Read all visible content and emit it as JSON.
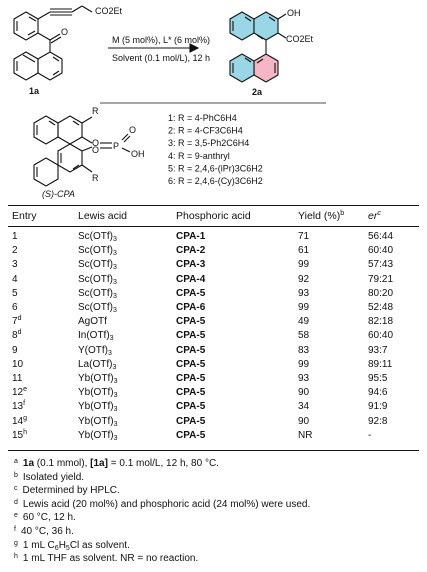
{
  "scheme": {
    "reactant_label": "1a",
    "product_label": "2a",
    "ester_reactant": "CO2Et",
    "ester_product": "CO2Et",
    "ketone_o": "O",
    "hydroxyl": "OH",
    "conditions_top": "M (5 mol%), L* (6 mol%)",
    "conditions_bottom": "Solvent (0.1 mol/L), 12 h",
    "catalyst_name": "(S)-CPA",
    "catalyst_r_top": "R",
    "catalyst_r_bottom": "R",
    "catalyst_p": "P",
    "catalyst_o1": "O",
    "catalyst_o2": "O",
    "catalyst_o3": "O",
    "catalyst_oh": "OH",
    "r_groups": [
      "1: R = 4-PhC6H4",
      "2: R = 4-CF3C6H4",
      "3: R = 3,5-Ph2C6H4",
      "4: R = 9-anthryl",
      "5: R = 2,4,6-(iPr)3C6H2",
      "6: R = 2,4,6-(Cy)3C6H2"
    ]
  },
  "table": {
    "headers": {
      "entry": "Entry",
      "lewis_acid": "Lewis acid",
      "phosphoric_acid": "Phosphoric acid",
      "yield": "Yield (%)b",
      "er": "erc"
    },
    "rows": [
      {
        "entry": "1",
        "la": "Sc(OTf)3",
        "pa": "CPA-1",
        "yield": "71",
        "er": "56:44"
      },
      {
        "entry": "2",
        "la": "Sc(OTf)3",
        "pa": "CPA-2",
        "yield": "61",
        "er": "60:40"
      },
      {
        "entry": "3",
        "la": "Sc(OTf)3",
        "pa": "CPA-3",
        "yield": "99",
        "er": "57:43"
      },
      {
        "entry": "4",
        "la": "Sc(OTf)3",
        "pa": "CPA-4",
        "yield": "92",
        "er": "79:21"
      },
      {
        "entry": "5",
        "la": "Sc(OTf)3",
        "pa": "CPA-5",
        "yield": "93",
        "er": "80:20"
      },
      {
        "entry": "6",
        "la": "Sc(OTf)3",
        "pa": "CPA-6",
        "yield": "99",
        "er": "52:48"
      },
      {
        "entry": "7d",
        "la": "AgOTf",
        "pa": "CPA-5",
        "yield": "49",
        "er": "82:18"
      },
      {
        "entry": "8d",
        "la": "In(OTf)3",
        "pa": "CPA-5",
        "yield": "58",
        "er": "60:40"
      },
      {
        "entry": "9",
        "la": "Y(OTf)3",
        "pa": "CPA-5",
        "yield": "83",
        "er": "93:7"
      },
      {
        "entry": "10",
        "la": "La(OTf)3",
        "pa": "CPA-5",
        "yield": "99",
        "er": "89:11"
      },
      {
        "entry": "11",
        "la": "Yb(OTf)3",
        "pa": "CPA-5",
        "yield": "93",
        "er": "95:5"
      },
      {
        "entry": "12e",
        "la": "Yb(OTf)3",
        "pa": "CPA-5",
        "yield": "90",
        "er": "94:6"
      },
      {
        "entry": "13f",
        "la": "Yb(OTf)3",
        "pa": "CPA-5",
        "yield": "34",
        "er": "91:9"
      },
      {
        "entry": "14g",
        "la": "Yb(OTf)3",
        "pa": "CPA-5",
        "yield": "90",
        "er": "92:8"
      },
      {
        "entry": "15h",
        "la": "Yb(OTf)3",
        "pa": "CPA-5",
        "yield": "NR",
        "er": "-"
      }
    ]
  },
  "footnotes": [
    {
      "mark": "a",
      "text": "1a (0.1 mmol), [1a] = 0.1 mol/L, 12 h, 80 °C."
    },
    {
      "mark": "b",
      "text": "Isolated yield."
    },
    {
      "mark": "c",
      "text": "Determined by HPLC."
    },
    {
      "mark": "d",
      "text": "Lewis acid (20 mol%) and phosphoric acid (24 mol%) were used."
    },
    {
      "mark": "e",
      "text": "60 °C, 12 h."
    },
    {
      "mark": "f",
      "text": "40 °C, 36 h."
    },
    {
      "mark": "g",
      "text": "1 mL C6H5Cl as solvent."
    },
    {
      "mark": "h",
      "text": "1 mL THF as solvent. NR = no reaction."
    }
  ]
}
